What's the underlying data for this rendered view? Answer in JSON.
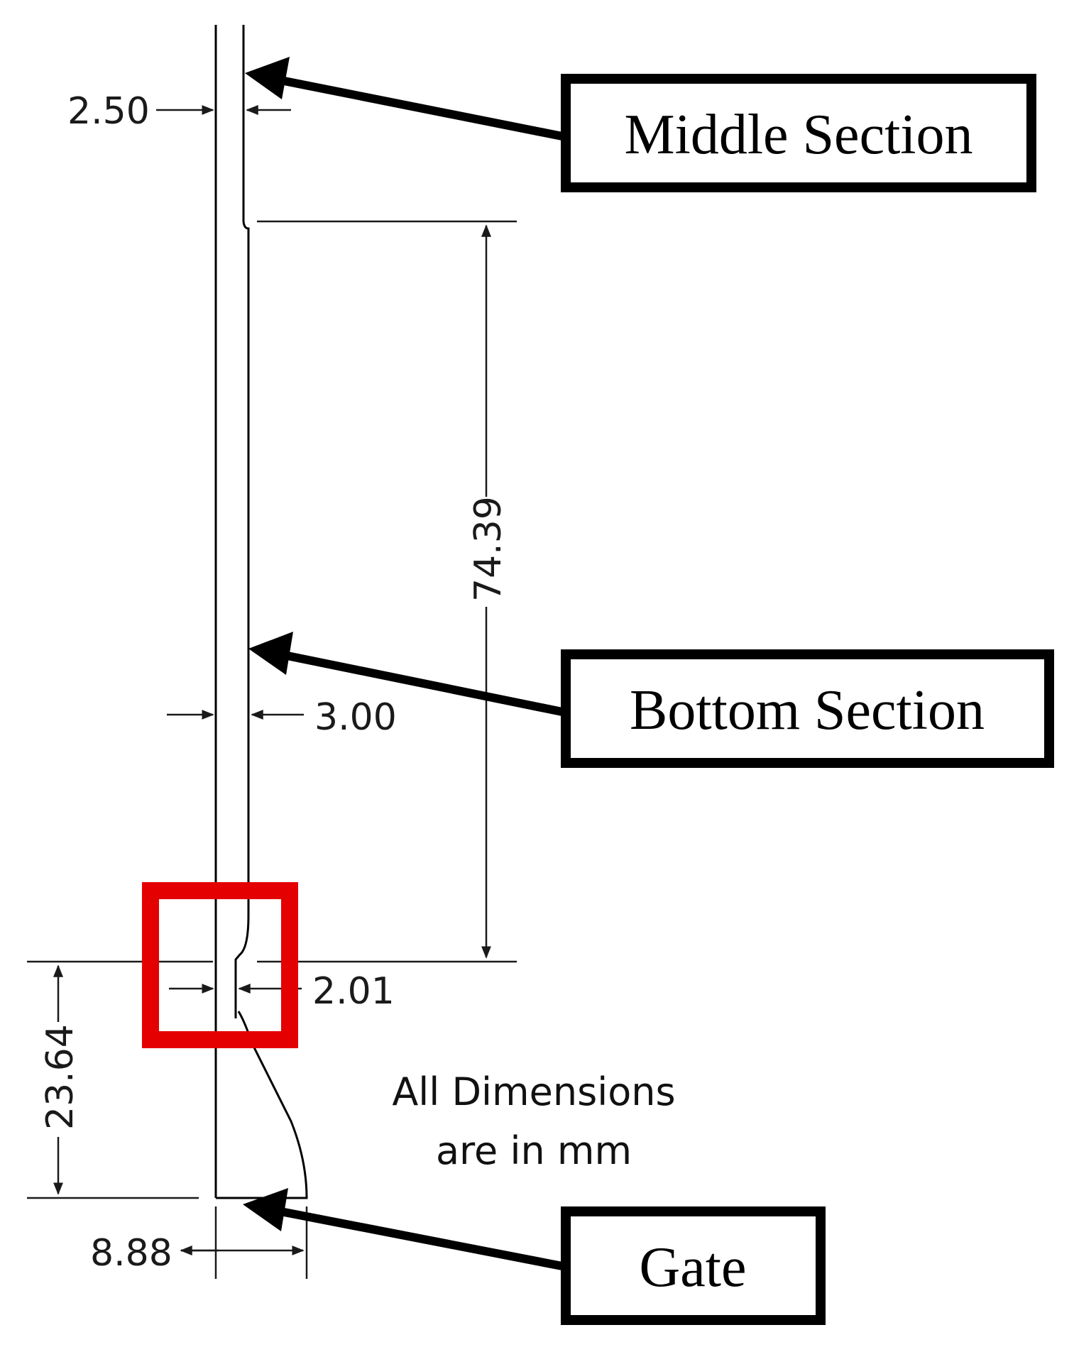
{
  "dimensions": {
    "middle_width": "2.50",
    "bottom_length": "74.39",
    "bottom_width": "3.00",
    "neck_width": "2.01",
    "gate_length": "23.64",
    "gate_width": "8.88"
  },
  "callouts": {
    "middle": "Middle Section",
    "bottom": "Bottom Section",
    "gate": "Gate"
  },
  "note": {
    "line1": "All Dimensions",
    "line2": "are in mm"
  },
  "colors": {
    "highlight": "#e40000",
    "line": "#000000"
  }
}
